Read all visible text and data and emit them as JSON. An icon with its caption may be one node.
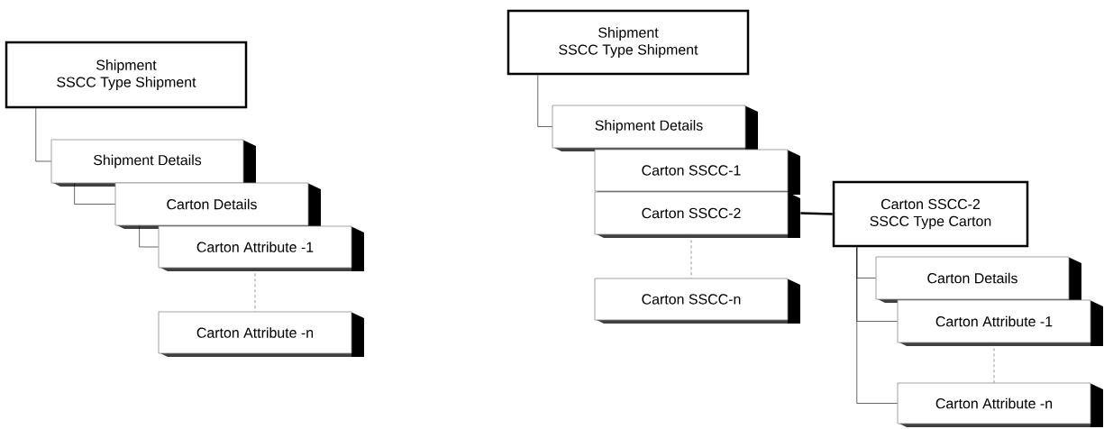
{
  "diagram": {
    "nodes": [
      {
        "text": [
          "Shipment",
          "SSCC Type Shipment"
        ]
      },
      {
        "text": [
          "Shipment Details"
        ]
      },
      {
        "text": [
          "Carton Details"
        ]
      },
      {
        "text": [
          "Carton Attribute -1"
        ]
      },
      {
        "text": [
          "Carton Attribute -n"
        ]
      },
      {
        "text": [
          "Shipment",
          "SSCC Type Shipment"
        ]
      },
      {
        "text": [
          "Shipment Details"
        ]
      },
      {
        "text": [
          "Carton SSCC-1"
        ]
      },
      {
        "text": [
          "Carton SSCC-2"
        ]
      },
      {
        "text": [
          "Carton SSCC-n"
        ]
      },
      {
        "text": [
          "Carton SSCC-2",
          "SSCC Type Carton"
        ]
      },
      {
        "text": [
          "Carton Details"
        ]
      },
      {
        "text": [
          "Carton Attribute -1"
        ]
      },
      {
        "text": [
          "Carton Attribute -n"
        ]
      }
    ],
    "edges": [
      {
        "from": 0,
        "to": 1,
        "arrow": "none"
      },
      {
        "from": 1,
        "to": 2,
        "arrow": "none"
      },
      {
        "from": 2,
        "to": 3,
        "arrow": "none"
      },
      {
        "from": 3,
        "to": 4,
        "arrow": "none",
        "style": "dashed"
      },
      {
        "from": 5,
        "to": 6,
        "arrow": "none"
      },
      {
        "from": 8,
        "to": 10,
        "arrow": "none",
        "style": "thick"
      },
      {
        "from": 8,
        "to": 9,
        "arrow": "none",
        "style": "dashed"
      },
      {
        "from": 10,
        "to": 11,
        "arrow": "none"
      },
      {
        "from": 10,
        "to": 12,
        "arrow": "none"
      },
      {
        "from": 10,
        "to": 13,
        "arrow": "none"
      },
      {
        "from": 12,
        "to": 13,
        "arrow": "none",
        "style": "dashed"
      }
    ]
  }
}
